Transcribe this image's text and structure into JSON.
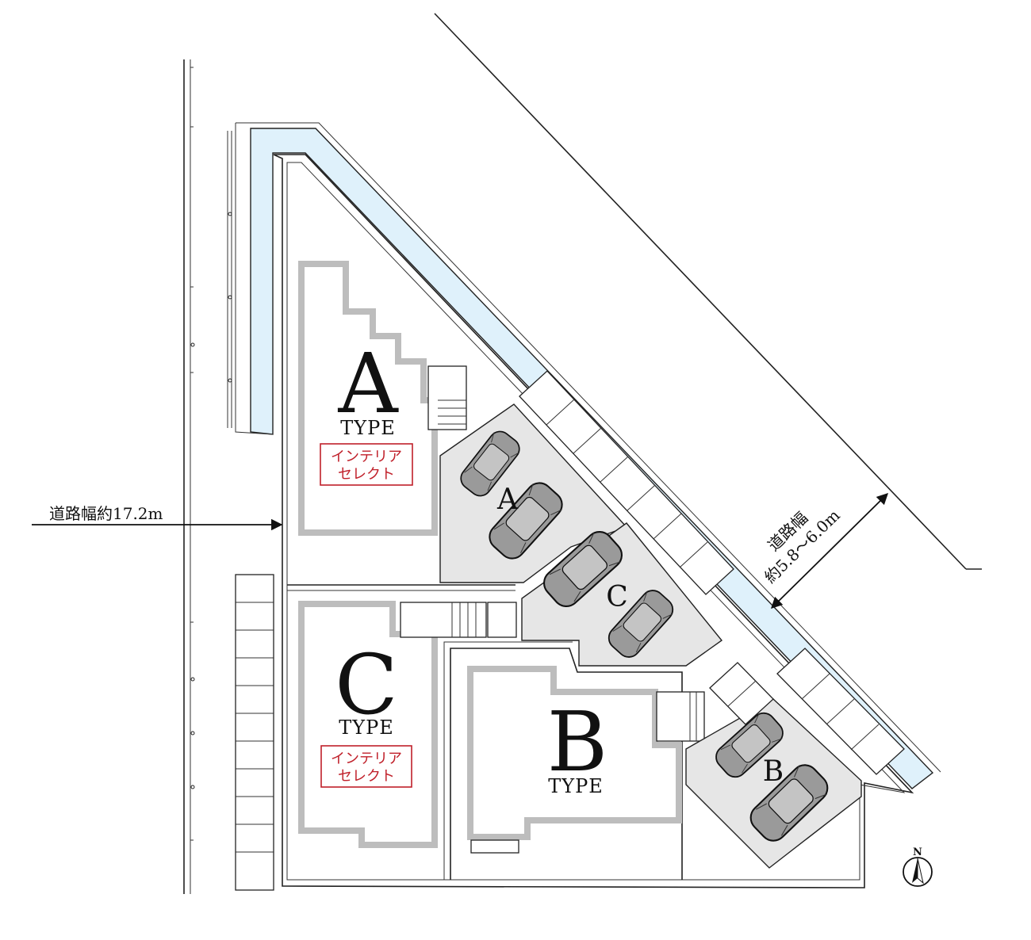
{
  "lots": {
    "a": {
      "letter": "A",
      "type": "TYPE",
      "badge_line1": "インテリア",
      "badge_line2": "セレクト"
    },
    "b": {
      "letter": "B",
      "type": "TYPE"
    },
    "c": {
      "letter": "C",
      "type": "TYPE",
      "badge_line1": "インテリア",
      "badge_line2": "セレクト"
    }
  },
  "parking": {
    "a": "A",
    "b": "B",
    "c": "C"
  },
  "roads": {
    "west_width": "道路幅約17.2m",
    "east_line1": "道路幅",
    "east_line2": "約5.8〜6.0m"
  },
  "compass": {
    "label": "N"
  },
  "colors": {
    "water": "#dff1fb",
    "parking": "#e6e6e6",
    "house_outline": "#bdbdbd",
    "badge": "#c0202a"
  }
}
